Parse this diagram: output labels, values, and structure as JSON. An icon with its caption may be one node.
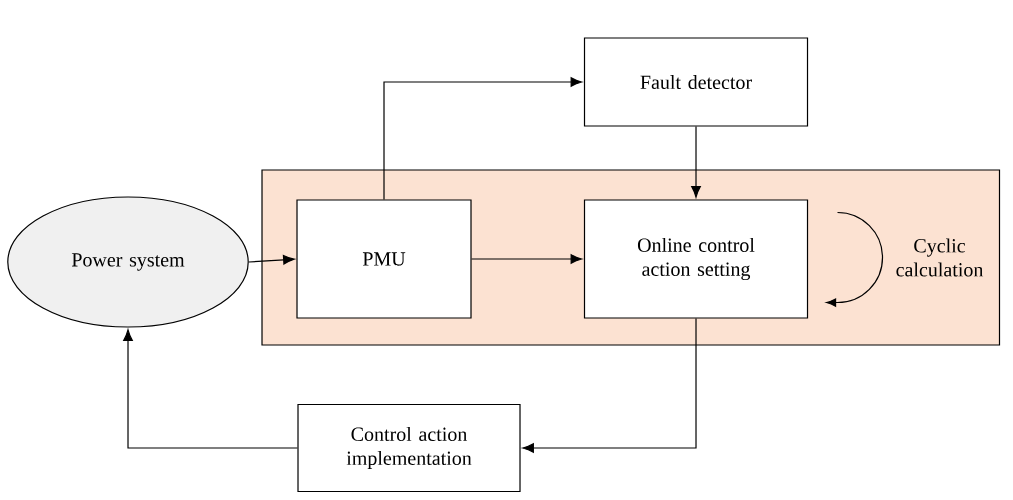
{
  "diagram": {
    "nodes": [
      {
        "text": [
          "Power system"
        ]
      },
      {
        "text": [
          "Cyclic calculation"
        ]
      },
      {
        "text": [
          "PMU"
        ],
        "in": 1
      },
      {
        "text": [
          "Online control action setting"
        ],
        "in": 1
      },
      {
        "text": [
          "Fault detector"
        ]
      },
      {
        "text": [
          "Control action implementation"
        ]
      }
    ],
    "edges": [
      {
        "from": 0,
        "to": 2,
        "arrow": "to"
      },
      {
        "from": 2,
        "to": 4,
        "arrow": "to"
      },
      {
        "from": 2,
        "to": 3,
        "arrow": "to"
      },
      {
        "from": 4,
        "to": 3,
        "arrow": "to"
      },
      {
        "from": 3,
        "to": 5,
        "arrow": "to"
      },
      {
        "from": 5,
        "to": 0,
        "arrow": "to"
      }
    ]
  }
}
